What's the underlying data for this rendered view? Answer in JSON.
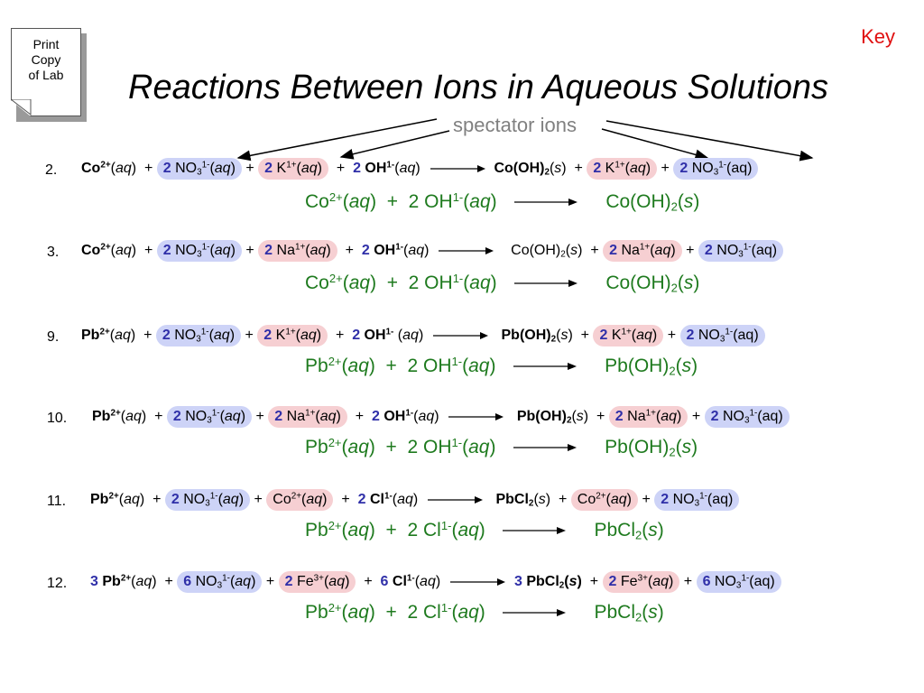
{
  "print_button": {
    "line1": "Print",
    "line2": "Copy",
    "line3": "of Lab"
  },
  "key_link": "Key",
  "title": "Reactions Between Ions in Aqueous Solutions",
  "spectator_label": "spectator ions",
  "symbols": {
    "plus": "+",
    "aq": "aq",
    "s": "s",
    "lp": "(",
    "rp": ")"
  },
  "equations": [
    {
      "num": "2.",
      "r": [
        "Co",
        "2+",
        "2",
        "NO",
        "3",
        "1-",
        "2",
        "K",
        "1+",
        "2",
        "OH",
        "1-"
      ],
      "p": [
        "Co(OH)",
        "2",
        "2",
        "K",
        "1+",
        "2",
        "NO",
        "3",
        "1-"
      ],
      "net": [
        "Co",
        "2+",
        "2 OH",
        "1-",
        "Co(OH)",
        "2"
      ]
    },
    {
      "num": "3.",
      "r": [
        "Co",
        "2+",
        "2",
        "NO",
        "3",
        "1-",
        "2",
        "Na",
        "1+",
        "2",
        "OH",
        "1-"
      ],
      "p": [
        "Co(OH)",
        "2",
        "2",
        "Na",
        "1+",
        "2",
        "NO",
        "3",
        "1-"
      ],
      "net": [
        "Co",
        "2+",
        "2 OH",
        "1-",
        "Co(OH)",
        "2"
      ]
    },
    {
      "num": "9.",
      "r": [
        "Pb",
        "2+",
        "2",
        "NO",
        "3",
        "1-",
        "2",
        "K",
        "1+",
        "2",
        "OH",
        "1-"
      ],
      "p": [
        "Pb(OH)",
        "2",
        "2",
        "K",
        "1+",
        "2",
        "NO",
        "3",
        "1-"
      ],
      "net": [
        "Pb",
        "2+",
        "2 OH",
        "1-",
        "Pb(OH)",
        "2"
      ]
    },
    {
      "num": "10.",
      "r": [
        "Pb",
        "2+",
        "2",
        "NO",
        "3",
        "1-",
        "2",
        "Na",
        "1+",
        "2",
        "OH",
        "1-"
      ],
      "p": [
        "Pb(OH)",
        "2",
        "2",
        "Na",
        "1+",
        "2",
        "NO",
        "3",
        "1-"
      ],
      "net": [
        "Pb",
        "2+",
        "2 OH",
        "1-",
        "Pb(OH)",
        "2"
      ]
    },
    {
      "num": "11.",
      "r": [
        "Pb",
        "2+",
        "2",
        "NO",
        "3",
        "1-",
        "Co",
        "2+",
        "2",
        "Cl",
        "1-"
      ],
      "p": [
        "PbCl",
        "2",
        "Co",
        "2+",
        "2",
        "NO",
        "3",
        "1-"
      ],
      "net": [
        "Pb",
        "2+",
        "2 Cl",
        "1-",
        "PbCl",
        "2"
      ]
    },
    {
      "num": "12.",
      "r": [
        "3",
        "Pb",
        "2+",
        "6",
        "NO",
        "3",
        "1-",
        "2",
        "Fe",
        "3+",
        "6",
        "Cl",
        "1-"
      ],
      "p": [
        "3",
        "PbCl",
        "2",
        "2",
        "Fe",
        "3+",
        "6",
        "NO",
        "3",
        "1-"
      ],
      "net": [
        "Pb",
        "2+",
        "2 Cl",
        "1-",
        "PbCl",
        "2"
      ]
    }
  ],
  "colors": {
    "net_green": "#1e7a1e",
    "key_red": "#e01010",
    "coef_blue": "#2f2fa8",
    "oval_blue": "#cdd3f7",
    "oval_pink": "#f6cfd2",
    "spectator_gray": "#808080"
  }
}
